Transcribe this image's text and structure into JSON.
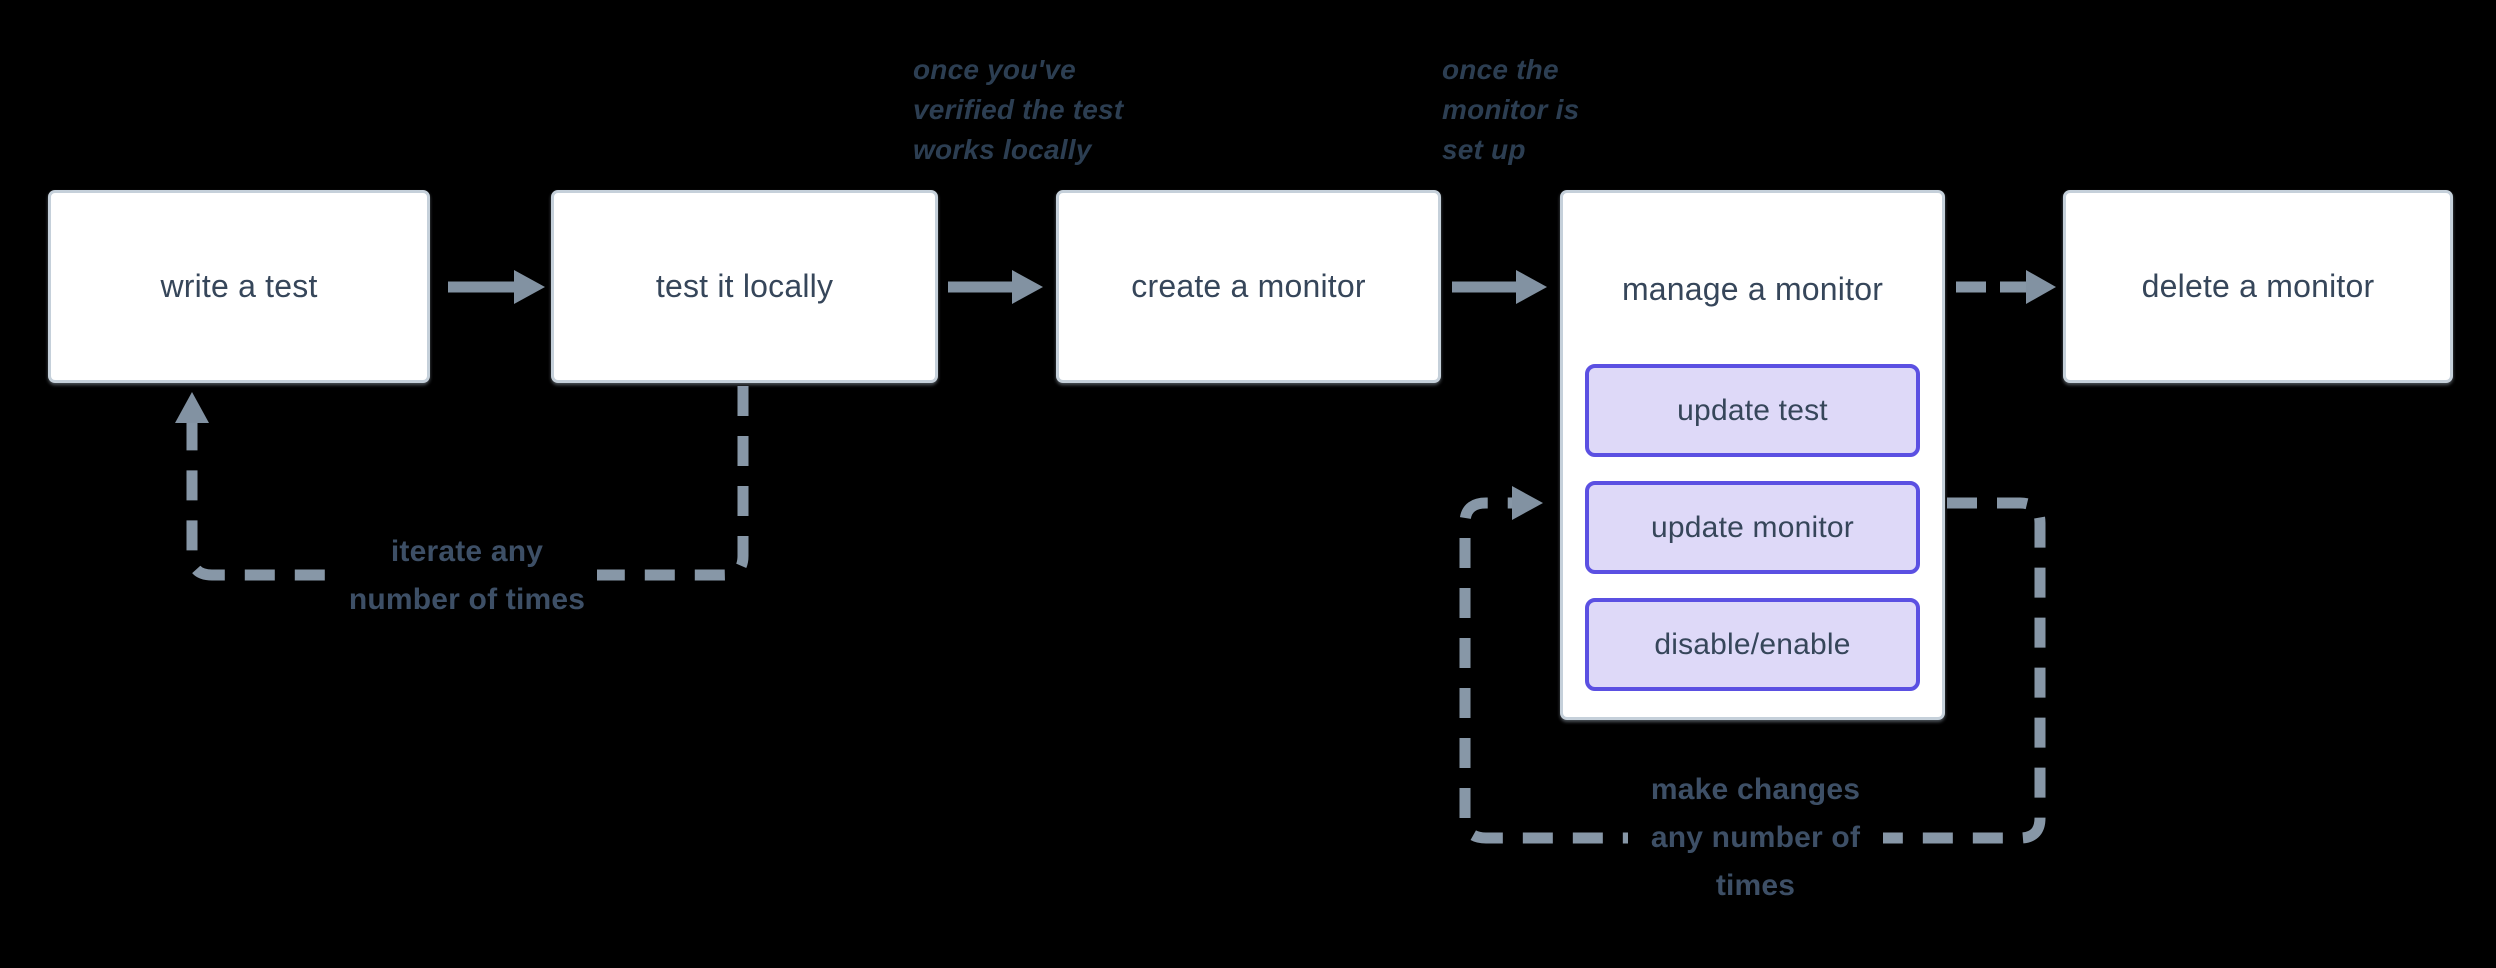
{
  "diagram_title": "monitor lifecycle flowchart",
  "colors": {
    "background": "#000000",
    "box_fill": "#ffffff",
    "box_border": "#c5d0da",
    "box_text": "#36465a",
    "arrow": "#8292a2",
    "dashed_arrow": "#8797a7",
    "sub_box_fill": "#ded9f8",
    "sub_box_border": "#5b50e2",
    "annotation_text": "#2c3e52",
    "loop_label_text": "#3d4f66"
  },
  "icons": {
    "solid_arrow": "right-arrow",
    "dashed_arrow": "dashed-right-arrow",
    "loop_arrow": "dashed-loop-arrow"
  },
  "steps": [
    {
      "label": "write a test"
    },
    {
      "label": "test it locally"
    },
    {
      "label": "create a monitor"
    },
    {
      "label": "manage a monitor",
      "substeps": [
        {
          "label": "update test"
        },
        {
          "label": "update monitor"
        },
        {
          "label": "disable/enable"
        }
      ]
    },
    {
      "label": "delete a monitor"
    }
  ],
  "annotations": {
    "verified": {
      "line1": "once you've",
      "line2": "verified the test",
      "line3": "works locally"
    },
    "setup": {
      "line1": "once the",
      "line2": "monitor is",
      "line3": "set up"
    }
  },
  "loop_labels": {
    "iterate": {
      "line1": "iterate any",
      "line2": "number of times"
    },
    "changes": {
      "line1": "make changes",
      "line2": "any number of",
      "line3": "times"
    }
  }
}
